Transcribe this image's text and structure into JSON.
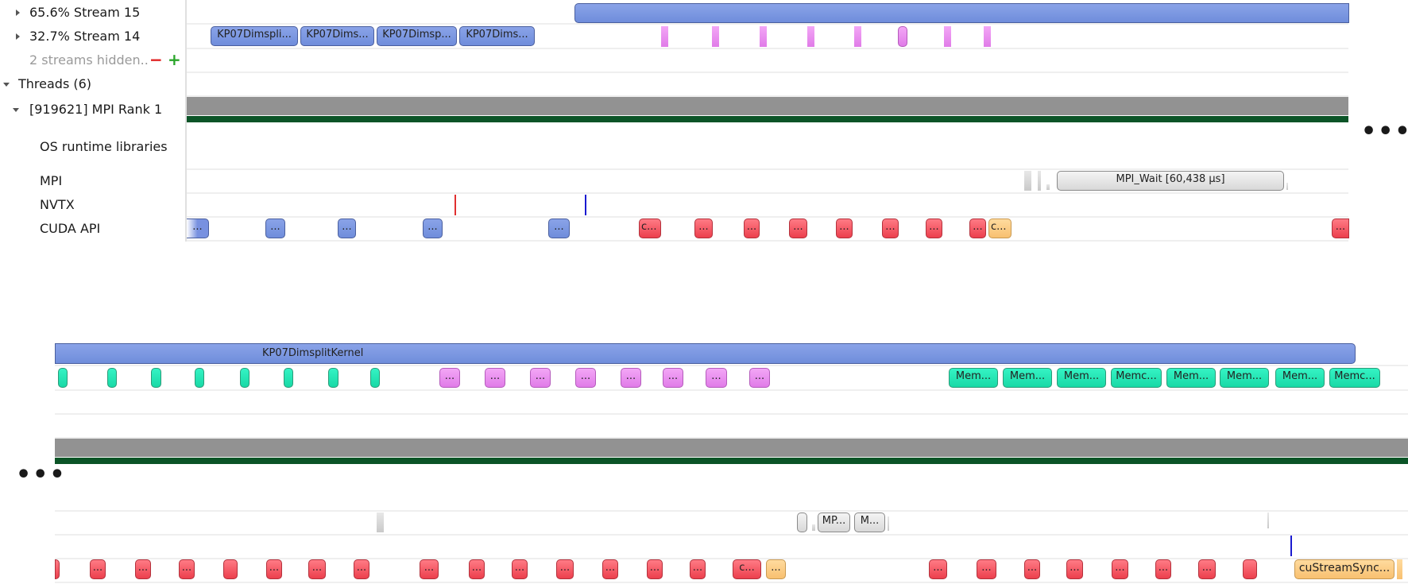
{
  "top_panel": {
    "rows": [
      {
        "label": "65.6% Stream 15",
        "expander": "collapsed"
      },
      {
        "label": "32.7% Stream 14",
        "expander": "collapsed"
      },
      {
        "label": "2 streams hidden..",
        "remove_symbol": "−",
        "add_symbol": "+"
      },
      {
        "label": "Threads (6)",
        "expander": "expanded"
      },
      {
        "label": "[919621] MPI Rank 1",
        "expander": "expanded"
      },
      {
        "label": "OS runtime libraries"
      },
      {
        "label": "MPI"
      },
      {
        "label": "NVTX"
      },
      {
        "label": "CUDA API"
      }
    ],
    "stream14_kernels": [
      "KP07Dimspli...",
      "KP07Dims...",
      "KP07Dimsp...",
      "KP07Dims..."
    ],
    "mpi_wait_label": "MPI_Wait [60,438 µs]",
    "cuda_api_labels": {
      "blue": "...",
      "red_first": "c...",
      "red": "...",
      "orange": "c..."
    },
    "continuation": "•••"
  },
  "bottom_panel": {
    "kernel_label": "KP07DimsplitKernel",
    "pink_label": "...",
    "memcpy_labels": [
      "Mem...",
      "Mem...",
      "Mem...",
      "Memc...",
      "Mem...",
      "Mem...",
      "Mem...",
      "Memc..."
    ],
    "mpi_labels": [
      "MP...",
      "M..."
    ],
    "cuda_api_labels": {
      "red": "...",
      "red_first": "c...",
      "orange_short": "...",
      "sync": "cuStreamSync..."
    },
    "continuation": "•••"
  },
  "colors": {
    "kernel": "#7891e0",
    "memset": "#e98cf0",
    "memcpy": "#22e6b4",
    "cuda_red": "#f0505d",
    "cuda_orange": "#fbcb84",
    "thread_gray": "#929292",
    "thread_green": "#0b5427",
    "nvtx_red": "#e03030",
    "nvtx_blue": "#1a1ad0"
  }
}
